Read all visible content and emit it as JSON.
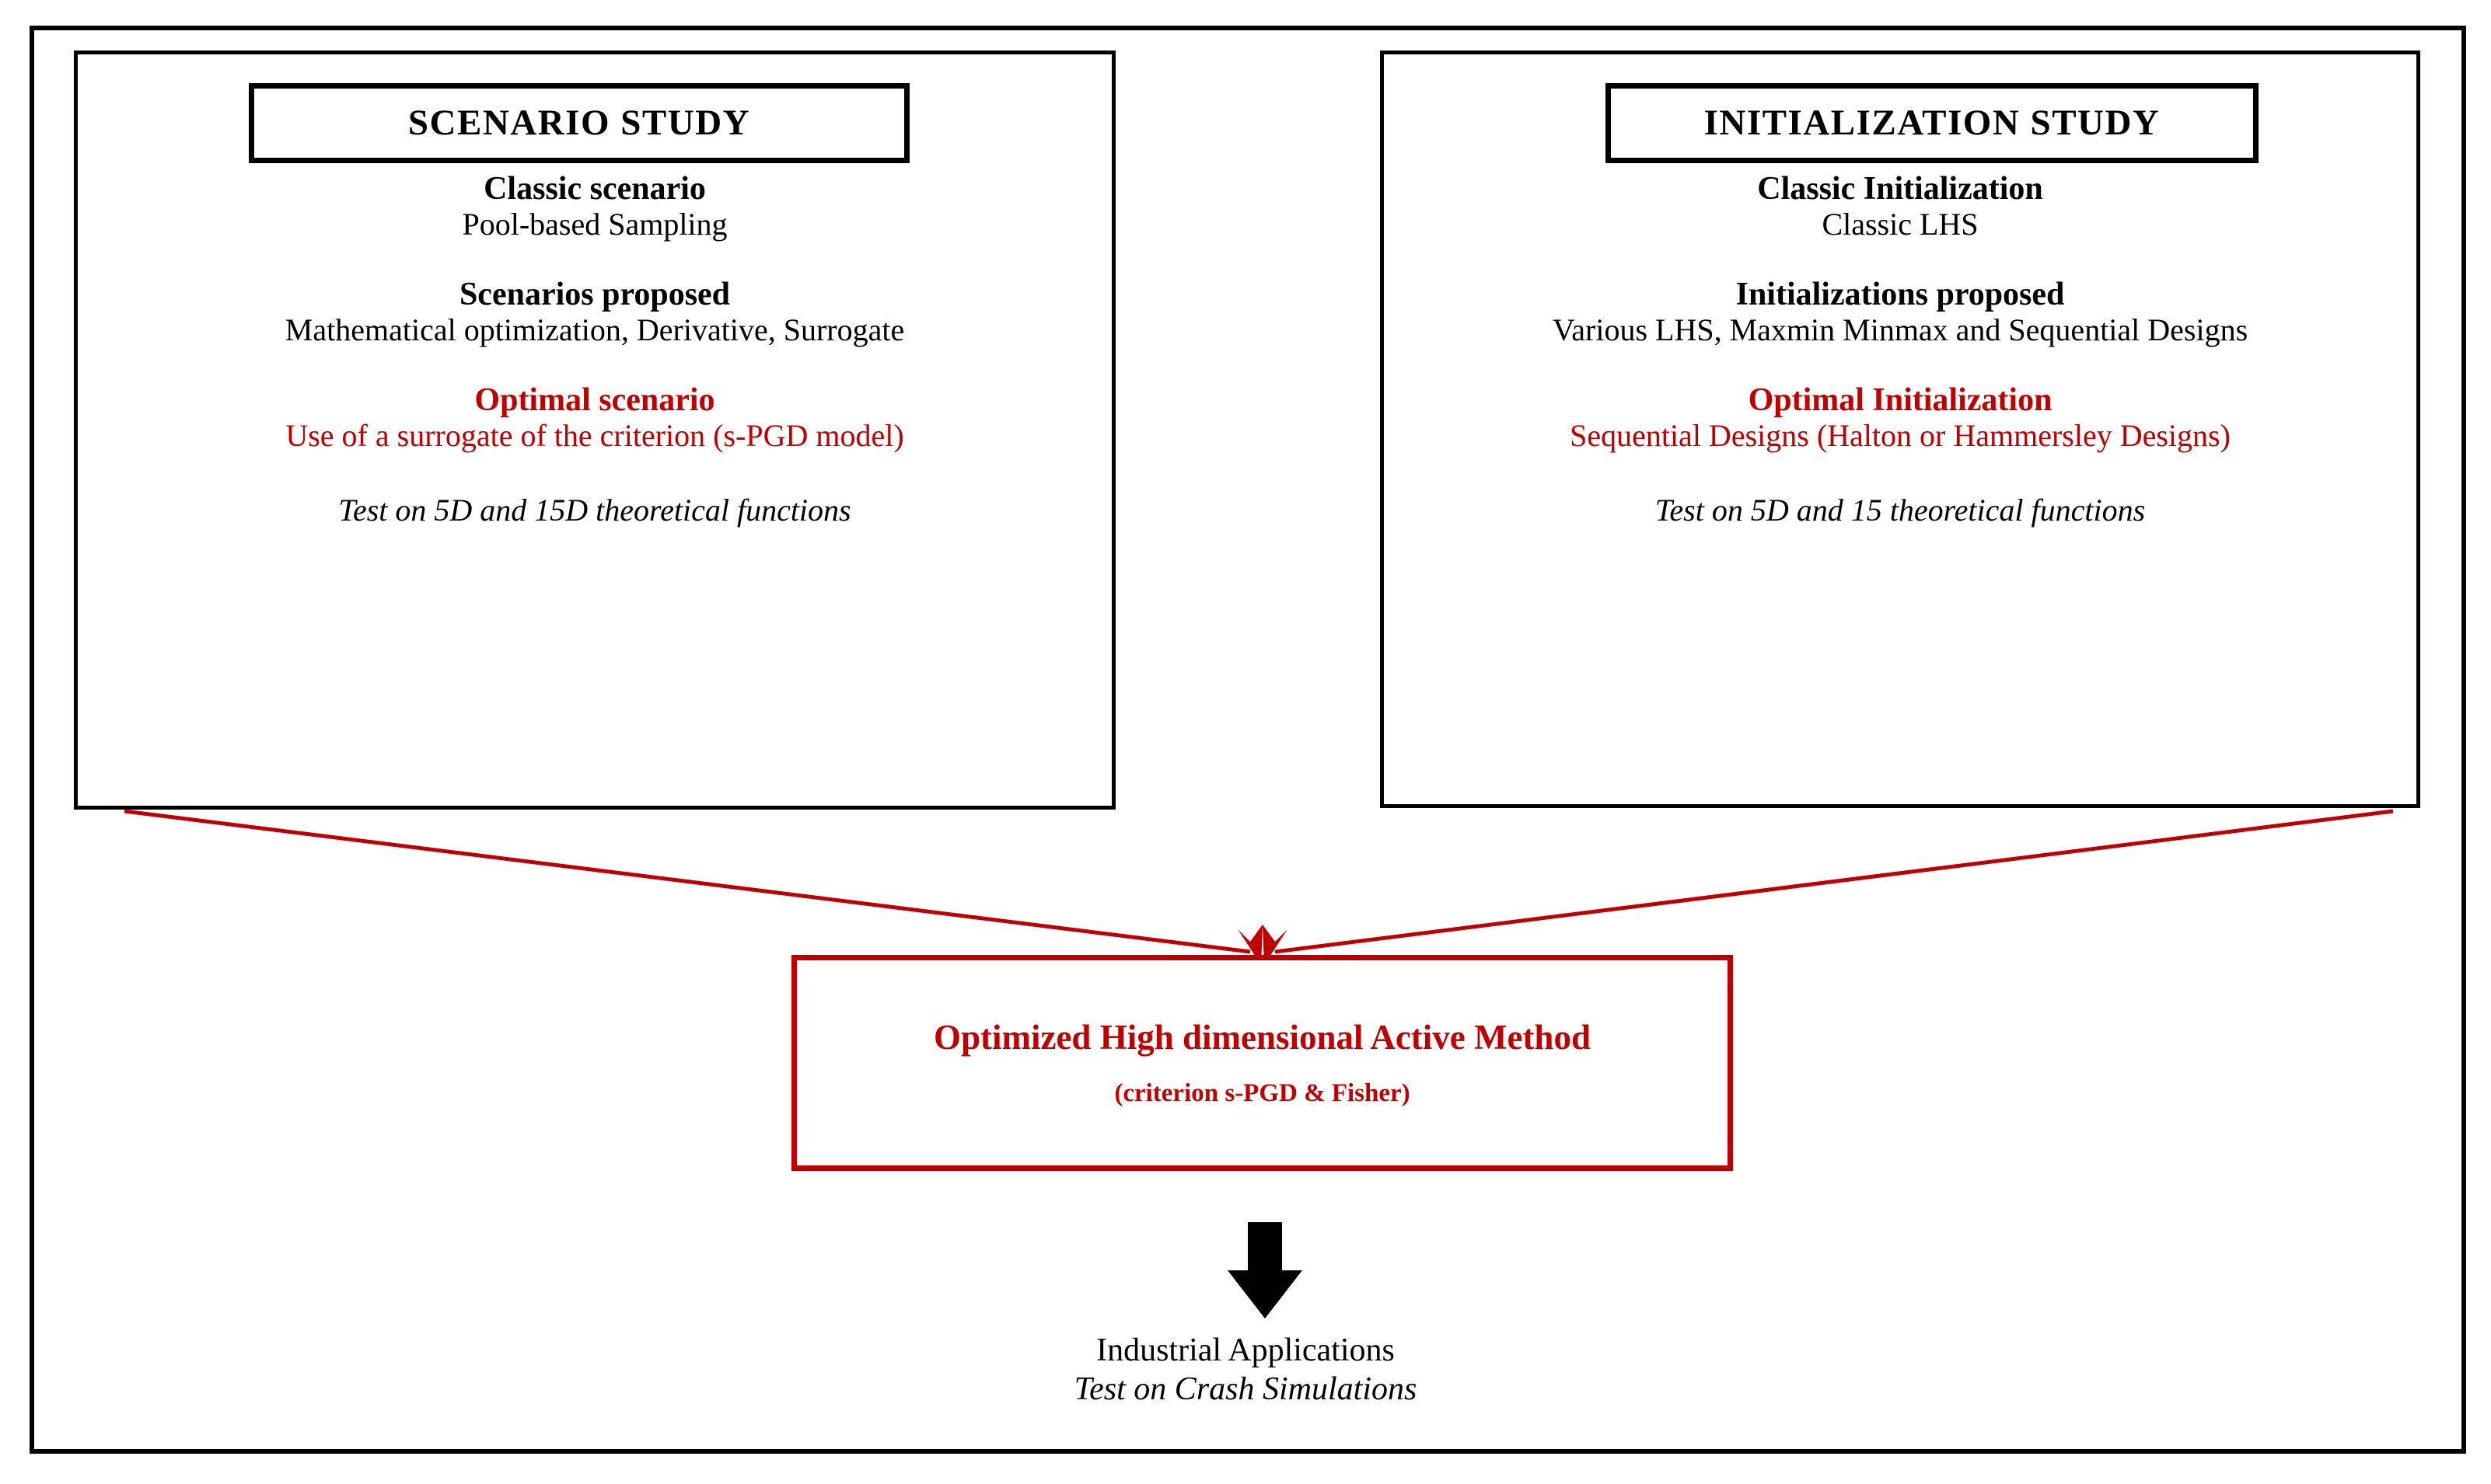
{
  "diagram": {
    "panels": [
      {
        "id": "scenario-study",
        "title": "SCENARIO STUDY",
        "blocks": [
          {
            "heading": "Classic scenario",
            "detail": "Pool-based Sampling",
            "accent": "black"
          },
          {
            "heading": "Scenarios proposed",
            "detail": "Mathematical optimization, Derivative, Surrogate",
            "accent": "black"
          },
          {
            "heading": "Optimal scenario",
            "detail": "Use of a surrogate of the criterion (s-PGD model)",
            "accent": "red"
          }
        ],
        "footnote": "Test on 5D and 15D theoretical functions"
      },
      {
        "id": "initialization-study",
        "title": "INITIALIZATION STUDY",
        "blocks": [
          {
            "heading": "Classic Initialization",
            "detail": "Classic LHS",
            "accent": "black"
          },
          {
            "heading": "Initializations proposed",
            "detail": "Various LHS, Maxmin Minmax and Sequential Designs",
            "accent": "black"
          },
          {
            "heading": "Optimal Initialization",
            "detail": "Sequential Designs (Halton or Hammersley Designs)",
            "accent": "red"
          }
        ],
        "footnote": "Test on 5D and 15 theoretical functions"
      }
    ],
    "result": {
      "title": "Optimized High dimensional Active Method",
      "subtitle": "(criterion s-PGD & Fisher)"
    },
    "outcome": {
      "line1": "Industrial Applications",
      "line2": "Test on Crash Simulations"
    },
    "icons": {
      "merge_arrow_left": "arrow-diagonal-down-right-icon",
      "merge_arrow_right": "arrow-diagonal-down-left-icon",
      "down_arrow": "arrow-down-icon"
    },
    "colors": {
      "accent_red": "#C00000",
      "frame_black": "#000000",
      "background": "#FFFFFF"
    }
  }
}
